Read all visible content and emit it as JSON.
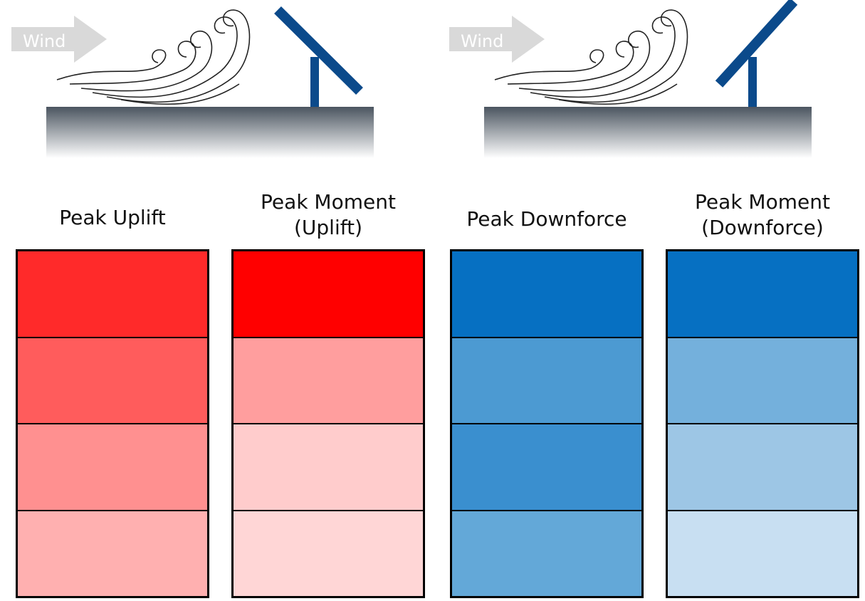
{
  "scenes": [
    {
      "wind_label": "Wind",
      "tilt": "up"
    },
    {
      "wind_label": "Wind",
      "tilt": "down"
    }
  ],
  "colors": {
    "structure": "#0b4a8b",
    "ground": "#4b5560",
    "wind_arrow": "#d9d9d9"
  },
  "panels": [
    {
      "label": "Peak Uplift",
      "cells": [
        "#ff2a2a",
        "#ff5c5c",
        "#ff9090",
        "#ffb0b0"
      ]
    },
    {
      "label": "Peak Moment\n(Uplift)",
      "cells": [
        "#ff0000",
        "#ff9e9e",
        "#ffcccc",
        "#ffd6d6"
      ]
    },
    {
      "label": "Peak Downforce",
      "cells": [
        "#0670c2",
        "#4c9ad2",
        "#3a8fcf",
        "#63a8d8"
      ]
    },
    {
      "label": "Peak Moment\n(Downforce)",
      "cells": [
        "#0670c2",
        "#74b0dc",
        "#9dc6e5",
        "#c8dff2"
      ]
    }
  ]
}
